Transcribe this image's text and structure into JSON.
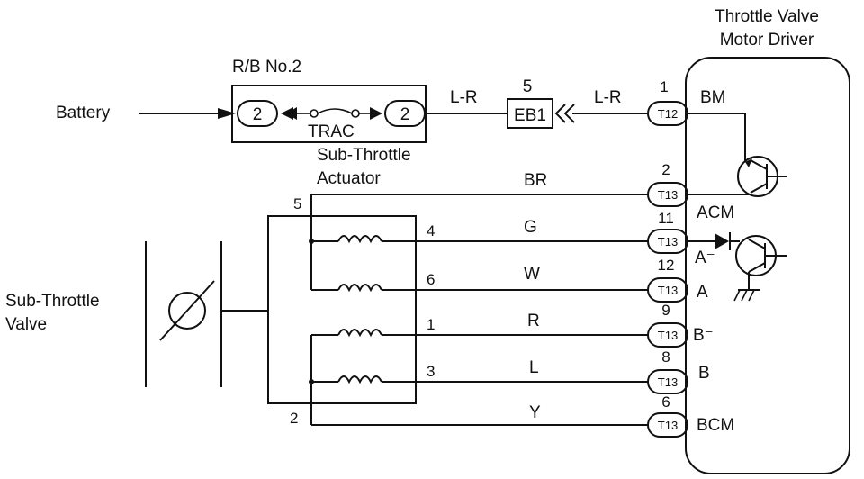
{
  "title": {
    "line1": "Throttle Valve",
    "line2": "Motor Driver"
  },
  "relay_box": {
    "label": "R/B No.2",
    "fuse": "TRAC",
    "pin_in": "2",
    "pin_out": "2"
  },
  "battery_label": "Battery",
  "junction": {
    "id": "EB1",
    "pin": "5"
  },
  "actuator": {
    "line1": "Sub-Throttle",
    "line2": "Actuator"
  },
  "valve": {
    "line1": "Sub-Throttle",
    "line2": "Valve"
  },
  "wires": [
    {
      "color": "L-R"
    },
    {
      "color": "L-R"
    },
    {
      "color": "BR"
    },
    {
      "color": "G"
    },
    {
      "color": "W"
    },
    {
      "color": "R"
    },
    {
      "color": "L"
    },
    {
      "color": "Y"
    }
  ],
  "actuator_pins": [
    "5",
    "4",
    "6",
    "1",
    "3",
    "2"
  ],
  "ecu_pins": [
    {
      "num": "1",
      "conn": "T12",
      "signal": "BM"
    },
    {
      "num": "2",
      "conn": "T13",
      "signal": "ACM"
    },
    {
      "num": "11",
      "conn": "T13",
      "signal": "A⁻"
    },
    {
      "num": "12",
      "conn": "T13",
      "signal": "A"
    },
    {
      "num": "9",
      "conn": "T13",
      "signal": "B⁻"
    },
    {
      "num": "8",
      "conn": "T13",
      "signal": "B"
    },
    {
      "num": "6",
      "conn": "T13",
      "signal": "BCM"
    }
  ]
}
